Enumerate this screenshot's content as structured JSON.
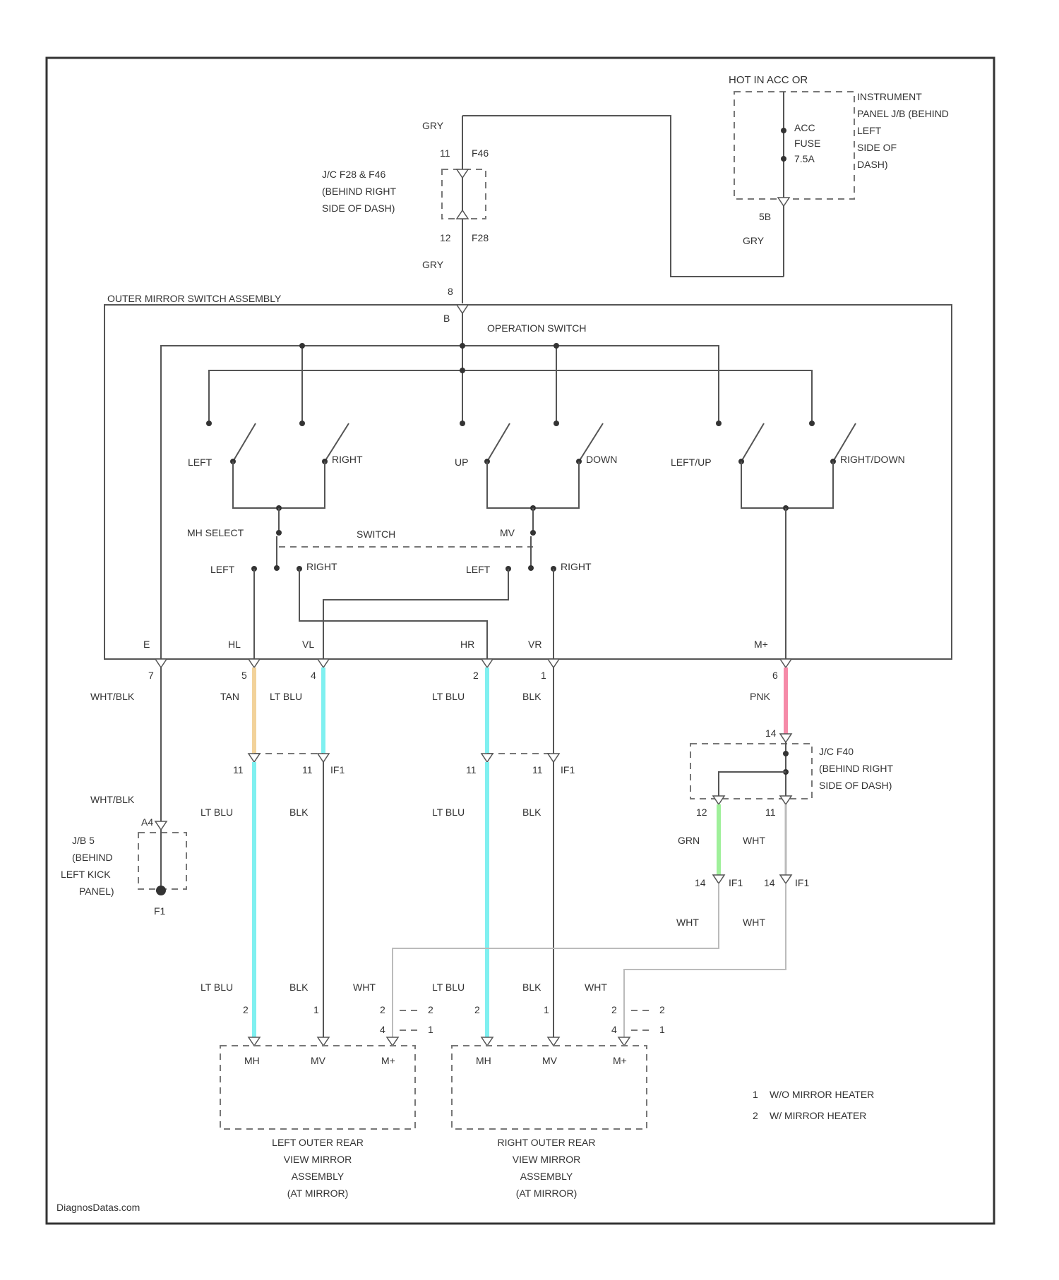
{
  "colors": {
    "tan": "#f2d29a",
    "lt_blu": "#7ff0f0",
    "pnk": "#f58aa8",
    "grn": "#9ff09a",
    "wire": "#555555"
  },
  "fuse": {
    "hot_label": "HOT IN ACC OR",
    "location": [
      "INSTRUMENT",
      "PANEL J/B (BEHIND",
      "LEFT",
      "SIDE OF",
      "DASH)"
    ],
    "name": [
      "ACC",
      "FUSE",
      "7.5A"
    ],
    "pin": "5B",
    "wire": "GRY"
  },
  "jc_top": {
    "name": [
      "J/C F28 & F46",
      "(BEHIND RIGHT",
      "SIDE OF DASH)"
    ],
    "pin_top": "11",
    "conn_top": "F46",
    "pin_bottom": "12",
    "conn_bottom": "F28",
    "wire_top": "GRY",
    "wire_bottom": "GRY"
  },
  "switch_assembly": {
    "title": "OUTER MIRROR SWITCH ASSEMBLY",
    "input_pin": "8",
    "input_pin2": "B",
    "operation_label": "OPERATION SWITCH",
    "labels": [
      "LEFT",
      "RIGHT",
      "UP",
      "DOWN",
      "LEFT/UP",
      "RIGHT/DOWN"
    ],
    "select_label": "MH SELECT",
    "select_sw_label": "SWITCH",
    "mv_label": "MV",
    "left_label": "LEFT",
    "right_label": "RIGHT",
    "terminals": [
      "E",
      "HL",
      "VL",
      "HR",
      "VR",
      "M+"
    ],
    "term_pins": [
      "7",
      "5",
      "4",
      "2",
      "1",
      "6"
    ]
  },
  "wires_upper": [
    "WHT/BLK",
    "TAN",
    "LT BLU",
    "LT BLU",
    "BLK",
    "PNK"
  ],
  "splice_left": {
    "pin_a": "11",
    "pin_b": "11",
    "conn": "IF1"
  },
  "splice_right": {
    "pin_a": "11",
    "pin_b": "11",
    "conn": "IF1"
  },
  "wires_mid": [
    "LT BLU",
    "BLK",
    "LT BLU",
    "BLK"
  ],
  "jc_right": {
    "name": [
      "J/C F40",
      "(BEHIND RIGHT",
      "SIDE OF DASH)"
    ],
    "pin_top": "14",
    "pin_l": "12",
    "pin_r": "11",
    "wire_l": "GRN",
    "wire_r": "WHT",
    "conn_l": "14",
    "conn_r": "14",
    "conn_id": "IF1"
  },
  "ground": {
    "wire": "WHT/BLK",
    "pin": "A4",
    "name": [
      "J/B 5",
      "(BEHIND",
      "LEFT KICK",
      "PANEL)"
    ],
    "id": "F1"
  },
  "wht_wires": [
    "WHT",
    "WHT"
  ],
  "left_mirror": {
    "wires": [
      "LT BLU",
      "BLK",
      "WHT"
    ],
    "pins": [
      "2",
      "1",
      "2",
      "4",
      "2",
      "1"
    ],
    "terms": [
      "MH",
      "MV",
      "M+"
    ],
    "name": [
      "LEFT OUTER REAR",
      "VIEW MIRROR",
      "ASSEMBLY",
      "(AT MIRROR)"
    ]
  },
  "right_mirror": {
    "wires": [
      "LT BLU",
      "BLK",
      "WHT"
    ],
    "pins": [
      "2",
      "1",
      "2",
      "4",
      "2",
      "1"
    ],
    "terms": [
      "MH",
      "MV",
      "M+"
    ],
    "name": [
      "RIGHT OUTER REAR",
      "VIEW MIRROR",
      "ASSEMBLY",
      "(AT MIRROR)"
    ]
  },
  "legend": [
    {
      "num": "1",
      "text": "W/O MIRROR HEATER"
    },
    {
      "num": "2",
      "text": "W/ MIRROR HEATER"
    }
  ],
  "watermark": "DiagnosDatas.com"
}
